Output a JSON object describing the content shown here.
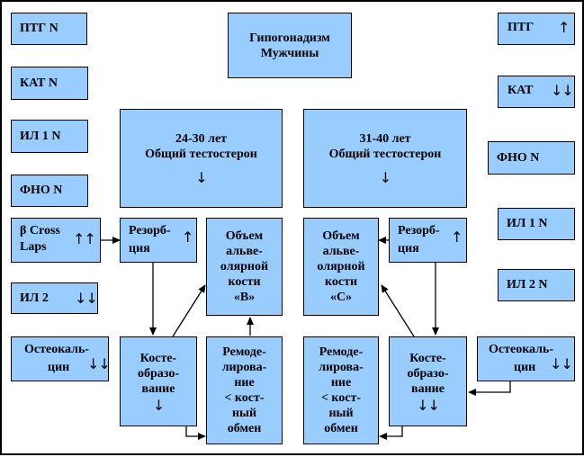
{
  "boxes": {
    "ptg_n": "ПТГ N",
    "kat_n": "КАТ N",
    "il1_n": "ИЛ 1 N",
    "fno_n_left": "ФНО N",
    "bcross_line1": "β Cross",
    "bcross_line2": "Laps",
    "il2_left": "ИЛ 2",
    "osteo_left_line1": "Остеокаль-",
    "osteo_left_line2": "цин",
    "title_line1": "Гипогонадизм",
    "title_line2": "Мужчины",
    "age1_line1": "24-30 лет",
    "age1_line2": "Общий тестостерон",
    "age2_line1": "31-40 лет",
    "age2_line2": "Общий тестостерон",
    "resorb_line1": "Резорб-",
    "resorb_line2": "ция",
    "volume_b": [
      "Объем",
      "альве-",
      "олярной",
      "кости",
      "«В»"
    ],
    "volume_c": [
      "Объем",
      "альве-",
      "олярной",
      "кости",
      "«С»"
    ],
    "bone_form": [
      "Косте-",
      "образо-",
      "вание"
    ],
    "remodel": [
      "Ремоде-",
      "лирова-",
      "ние",
      "< кост-",
      "ный",
      "обмен"
    ],
    "ptg_right": "ПТГ",
    "kat_right": "КАТ",
    "fno_n_right": "ФНО N",
    "il1_n_right": "ИЛ 1 N",
    "il2_n_right": "ИЛ 2 N",
    "osteo_right_line1": "Остеокаль-",
    "osteo_right_line2": "цин"
  },
  "arrows": {
    "up": "↑",
    "down": "↓",
    "up_up": "↑↑",
    "down_down": "↓↓"
  },
  "colors": {
    "box_fill": "#99ccff",
    "line": "#000000"
  }
}
